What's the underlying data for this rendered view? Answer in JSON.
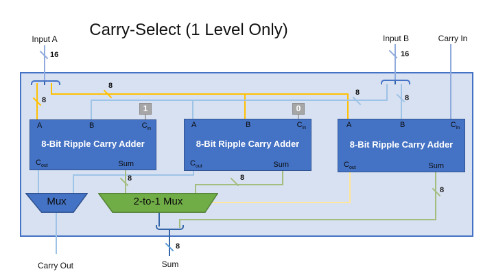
{
  "title": "Carry-Select (1 Level Only)",
  "io_labels": {
    "input_a": "Input A",
    "input_b": "Input B",
    "carry_in": "Carry In",
    "carry_out": "Carry Out",
    "sum_out": "Sum"
  },
  "bus_widths": {
    "w16": "16",
    "w8": "8"
  },
  "constants": {
    "one": "1",
    "zero": "0"
  },
  "adders": [
    {
      "title": "8-Bit Ripple Carry Adder",
      "port_a": "A",
      "port_b": "B",
      "cin_main": "C",
      "cin_sub": "in",
      "cout_main": "C",
      "cout_sub": "out",
      "port_sum": "Sum"
    },
    {
      "title": "8-Bit Ripple Carry Adder",
      "port_a": "A",
      "port_b": "B",
      "cin_main": "C",
      "cin_sub": "in",
      "cout_main": "C",
      "cout_sub": "out",
      "port_sum": "Sum"
    },
    {
      "title": "8-Bit Ripple Carry Adder",
      "port_a": "A",
      "port_b": "B",
      "cin_main": "C",
      "cin_sub": "in",
      "cout_main": "C",
      "cout_sub": "out",
      "port_sum": "Sum"
    }
  ],
  "muxes": {
    "carry_mux": "Mux",
    "sum_mux": "2-to-1 Mux"
  },
  "colors": {
    "box_blue": "#4472c4",
    "box_blue_border": "#2f528f",
    "mux_green": "#70ad47",
    "mux_green_border": "#538135",
    "wire_gold": "#ffc000",
    "wire_light_blue": "#9dc3e6",
    "wire_pale_yellow": "#ffe699",
    "wire_green": "#a3bd7e",
    "wire_stem_blue": "#8faadc",
    "wire_dark_blue": "#3465a8",
    "container_fill": "#d8e1f2",
    "const_gray": "#a6a6a6"
  }
}
